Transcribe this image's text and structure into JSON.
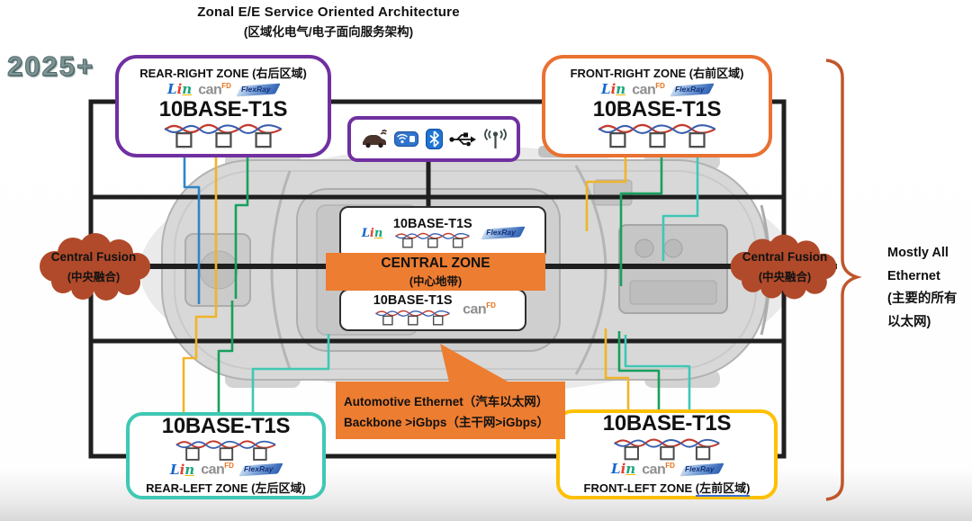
{
  "title": {
    "line1": "Zonal E/E  Service Oriented Architecture",
    "line2": "(区域化电气/电子面向服务架构)"
  },
  "era_label": "2025+",
  "zones": {
    "rear_right": {
      "label": "REAR-RIGHT ZONE (右后区域)",
      "tech": "10BASE-T1S"
    },
    "front_right": {
      "label": "FRONT-RIGHT ZONE (右前区域)",
      "tech": "10BASE-T1S"
    },
    "rear_left": {
      "label": "REAR-LEFT ZONE (左后区域)",
      "tech": "10BASE-T1S"
    },
    "front_left": {
      "label": "FRONT-LEFT ZONE ",
      "label_zh": "(左前区域)",
      "tech": "10BASE-T1S"
    }
  },
  "central_zone": {
    "title": "CENTRAL ZONE",
    "subtitle": "(中心地带)",
    "tech": "10BASE-T1S"
  },
  "protocol_logos": {
    "lin_l": "L",
    "lin_i": "i",
    "lin_n": "n",
    "can": "can",
    "can_sup": "FD",
    "flexray": "FlexRay"
  },
  "central_fusion": {
    "line1": "Central Fusion",
    "line2": "(中央融合)"
  },
  "ethernet_note": {
    "line1": "Mostly All",
    "line2": "Ethernet",
    "line3": "(主要的所有",
    "line4": "以太网)"
  },
  "callout": {
    "line1": "Automotive Ethernet（汽车以太网）",
    "line2": "Backbone >iGbps（主干网>iGbps）"
  },
  "connectivity_icons": [
    "car-connectivity",
    "wifi",
    "bluetooth",
    "usb",
    "antenna"
  ],
  "colors": {
    "zone_purple": "#7030A0",
    "zone_orange": "#E97132",
    "zone_teal": "#3FC8B4",
    "zone_yellow": "#FFC000",
    "banner_orange": "#ED7D31",
    "cloud_red": "#B04A2A",
    "line_black": "#1F1F1F",
    "brace_orange": "#C0562B",
    "wire_blue": "#2E86C8",
    "wire_yellow": "#F0B429",
    "wire_green": "#17A05D",
    "wire_teal": "#3FC8B4"
  }
}
